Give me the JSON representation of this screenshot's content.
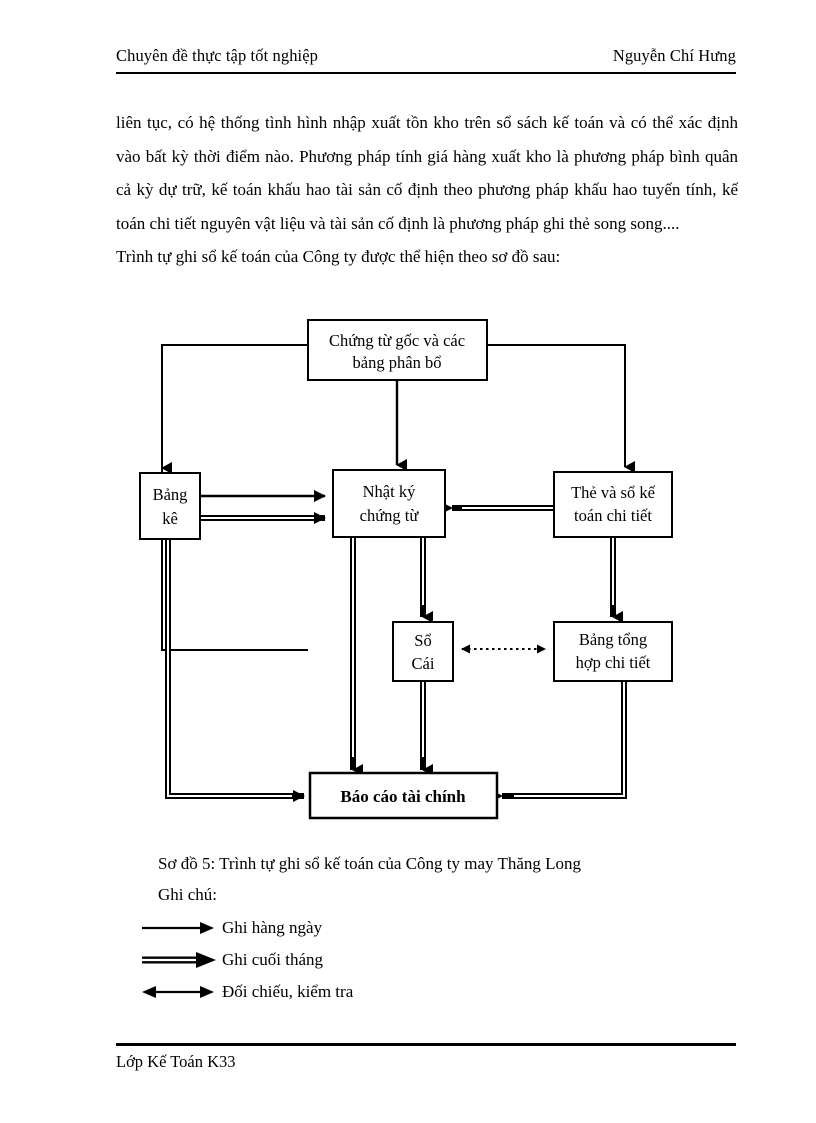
{
  "header": {
    "left": "Chuyên đề thực tập tốt nghiệp",
    "right": "Nguyễn Chí Hưng"
  },
  "body": {
    "paragraph_1": "liên tục, có hệ thống tình hình nhập xuất tồn kho trên sổ sách kế toán và có thể xác định vào bất kỳ thời điểm nào. Phương pháp tính giá hàng xuất kho là phương pháp bình quân cả kỳ dự trữ, kế toán khấu hao tài sản cố định theo phương pháp khấu hao tuyến tính, kế toán chi tiết nguyên vật liệu và tài sản cố định là phương pháp ghi thẻ song song....",
    "paragraph_2": "Trình tự ghi sổ kế toán của Công ty được thể hiện theo sơ đồ sau:"
  },
  "diagram": {
    "nodes": {
      "source_docs": {
        "line1": "Chứng từ gốc và các",
        "line2": "bảng phân bổ"
      },
      "listing": {
        "line1": "Bảng",
        "line2": "kê"
      },
      "journal": {
        "line1": "Nhật ký",
        "line2": "chứng từ"
      },
      "detail_cards": {
        "line1": "Thẻ và sổ kế",
        "line2": "toán chi tiết"
      },
      "ledger": {
        "line1": "Sổ",
        "line2": "Cái"
      },
      "summary": {
        "line1": "Bảng tổng",
        "line2": "hợp chi tiết"
      },
      "reports": {
        "line1": "Báo cáo tài chính"
      }
    }
  },
  "caption": {
    "figure": "Sơ đồ 5: Trình tự ghi sổ kế toán của Công ty may Thăng Long",
    "note_label": "Ghi chú:"
  },
  "legend": [
    {
      "glyph": "single-arrow-icon",
      "label": "Ghi hàng ngày"
    },
    {
      "glyph": "double-line-arrow-icon",
      "label": "Ghi cuối tháng"
    },
    {
      "glyph": "bidirectional-arrow-icon",
      "label": "Đối chiếu, kiểm tra"
    }
  ],
  "footer": {
    "text": "Lớp Kế Toán K33"
  },
  "colors": {
    "ink": "#000000",
    "page": "#ffffff"
  }
}
